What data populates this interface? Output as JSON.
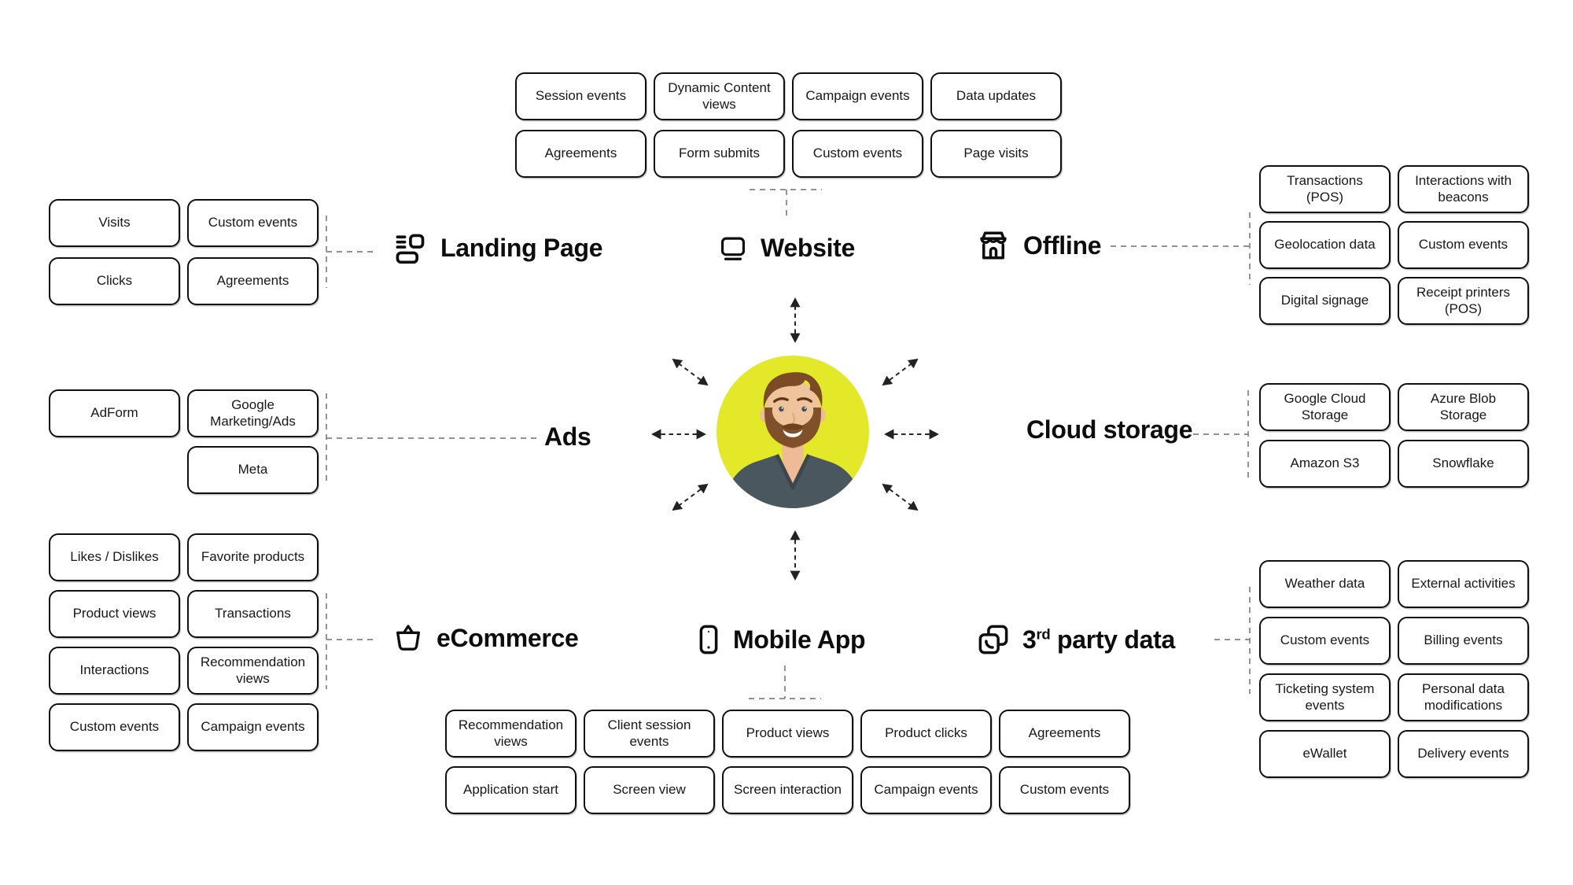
{
  "colors": {
    "ink": "#111111",
    "box_border": "#0f0f0f",
    "connector_line": "#808080",
    "arrow": "#2a2a2a",
    "avatar_background": "#e3e929",
    "avatar_shirt": "#4a575f",
    "avatar_skin": "#efc49d",
    "avatar_hair": "#7c4a25"
  },
  "groups": {
    "website": {
      "label": "Website",
      "icon": "monitor-icon",
      "items": [
        "Session events",
        "Dynamic Content views",
        "Campaign events",
        "Data updates",
        "Agreements",
        "Form submits",
        "Custom events",
        "Page visits"
      ]
    },
    "landing_page": {
      "label": "Landing Page",
      "icon": "landing-page-icon",
      "items": [
        "Visits",
        "Custom events",
        "Clicks",
        "Agreements"
      ]
    },
    "offline": {
      "label": "Offline",
      "icon": "store-icon",
      "items": [
        "Transactions (POS)",
        "Interactions with beacons",
        "Geolocation data",
        "Custom events",
        "Digital signage",
        "Receipt printers (POS)"
      ]
    },
    "ads": {
      "label": "Ads",
      "items": [
        "AdForm",
        "Google Marketing/Ads",
        "Meta"
      ]
    },
    "cloud_storage": {
      "label": "Cloud storage",
      "items": [
        "Google Cloud Storage",
        "Azure Blob Storage",
        "Amazon S3",
        "Snowflake"
      ]
    },
    "ecommerce": {
      "label": "eCommerce",
      "icon": "basket-icon",
      "items": [
        "Likes / Dislikes",
        "Favorite products",
        "Product views",
        "Transactions",
        "Interactions",
        "Recommendation views",
        "Custom events",
        "Campaign events"
      ]
    },
    "mobile_app": {
      "label": "Mobile App",
      "icon": "smartphone-icon",
      "items": [
        "Recommendation views",
        "Client session events",
        "Product views",
        "Product clicks",
        "Agreements",
        "Application start",
        "Screen view",
        "Screen interaction",
        "Campaign events",
        "Custom events"
      ]
    },
    "third_party": {
      "label_num": "3",
      "label_sup": "rd",
      "label_rest": " party data",
      "icon": "third-party-data-icon",
      "items": [
        "Weather data",
        "External activities",
        "Custom events",
        "Billing events",
        "Ticketing system events",
        "Personal data modifications",
        "eWallet",
        "Delivery events"
      ]
    }
  }
}
